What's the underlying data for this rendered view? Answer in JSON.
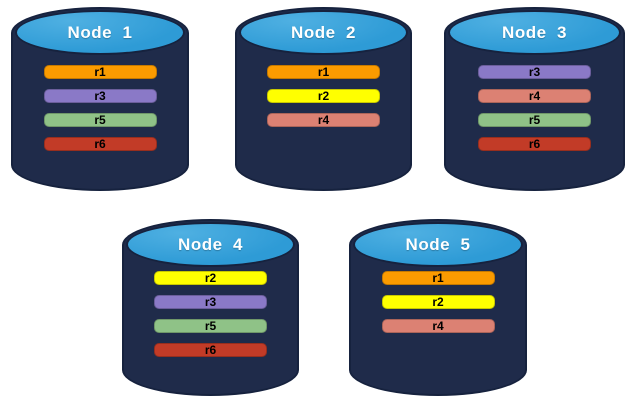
{
  "colors": {
    "cylinder_body": "#1F2B4A",
    "cylinder_outline": "#16223E",
    "cylinder_top": "#2E9BD6",
    "cylinder_top_hi": "#4FB0E2",
    "replica_r1": "#FB9B00",
    "replica_r2": "#FFFF00",
    "replica_r3": "#8A79C7",
    "replica_r4": "#DC8173",
    "replica_r5": "#8FC287",
    "replica_r6": "#C23B27"
  },
  "nodes": [
    {
      "title": "Node  1",
      "replicas": [
        {
          "label": "r1",
          "color": "#FB9B00"
        },
        {
          "label": "r3",
          "color": "#8A79C7"
        },
        {
          "label": "r5",
          "color": "#8FC287"
        },
        {
          "label": "r6",
          "color": "#C23B27"
        }
      ]
    },
    {
      "title": "Node  2",
      "replicas": [
        {
          "label": "r1",
          "color": "#FB9B00"
        },
        {
          "label": "r2",
          "color": "#FFFF00"
        },
        {
          "label": "r4",
          "color": "#DC8173"
        }
      ]
    },
    {
      "title": "Node  3",
      "replicas": [
        {
          "label": "r3",
          "color": "#8A79C7"
        },
        {
          "label": "r4",
          "color": "#DC8173"
        },
        {
          "label": "r5",
          "color": "#8FC287"
        },
        {
          "label": "r6",
          "color": "#C23B27"
        }
      ]
    },
    {
      "title": "Node  4",
      "replicas": [
        {
          "label": "r2",
          "color": "#FFFF00"
        },
        {
          "label": "r3",
          "color": "#8A79C7"
        },
        {
          "label": "r5",
          "color": "#8FC287"
        },
        {
          "label": "r6",
          "color": "#C23B27"
        }
      ]
    },
    {
      "title": "Node  5",
      "replicas": [
        {
          "label": "r1",
          "color": "#FB9B00"
        },
        {
          "label": "r2",
          "color": "#FFFF00"
        },
        {
          "label": "r4",
          "color": "#DC8173"
        }
      ]
    }
  ]
}
